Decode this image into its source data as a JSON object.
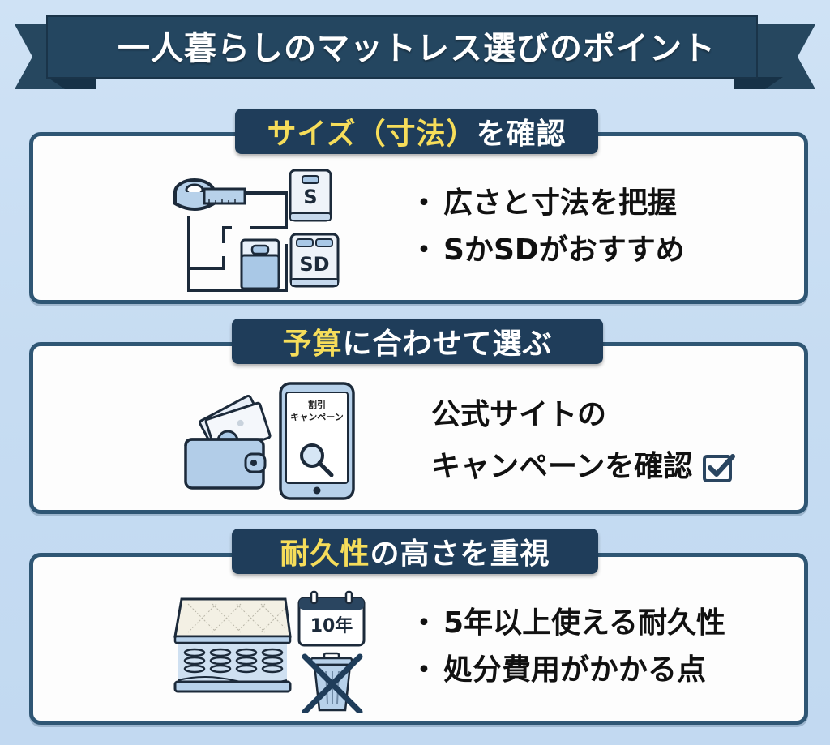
{
  "title": "一人暮らしのマットレス選びのポイント",
  "colors": {
    "background": "#c6dcf2",
    "navy": "#1f3d5a",
    "card_border": "#2f5674",
    "highlight": "#f6dd5a",
    "icon_fill": "#a9c8e6"
  },
  "sections": [
    {
      "header_highlight": "サイズ（寸法）",
      "header_rest": "を確認",
      "points": [
        "広さと寸法を把握",
        "SかSDがおすすめ"
      ],
      "icons": {
        "tape_measure": "tape-measure-icon",
        "floor_plan": "floor-plan-icon",
        "size_s_label": "S",
        "size_sd_label": "SD"
      }
    },
    {
      "header_highlight": "予算",
      "header_rest": "に合わせて選ぶ",
      "lines": [
        "公式サイトの",
        "キャンペーンを確認"
      ],
      "icons": {
        "wallet": "wallet-icon",
        "phone_line1": "割引",
        "phone_line2": "キャンペーン",
        "search": "magnifier-icon",
        "check": "checkbox-checked-icon"
      }
    },
    {
      "header_highlight": "耐久性",
      "header_rest": "の高さを重視",
      "points": [
        "5年以上使える耐久性",
        "処分費用がかかる点"
      ],
      "icons": {
        "mattress": "spring-mattress-icon",
        "calendar_label": "10年",
        "trash": "crossed-trash-icon"
      }
    }
  ],
  "bullet": "・"
}
